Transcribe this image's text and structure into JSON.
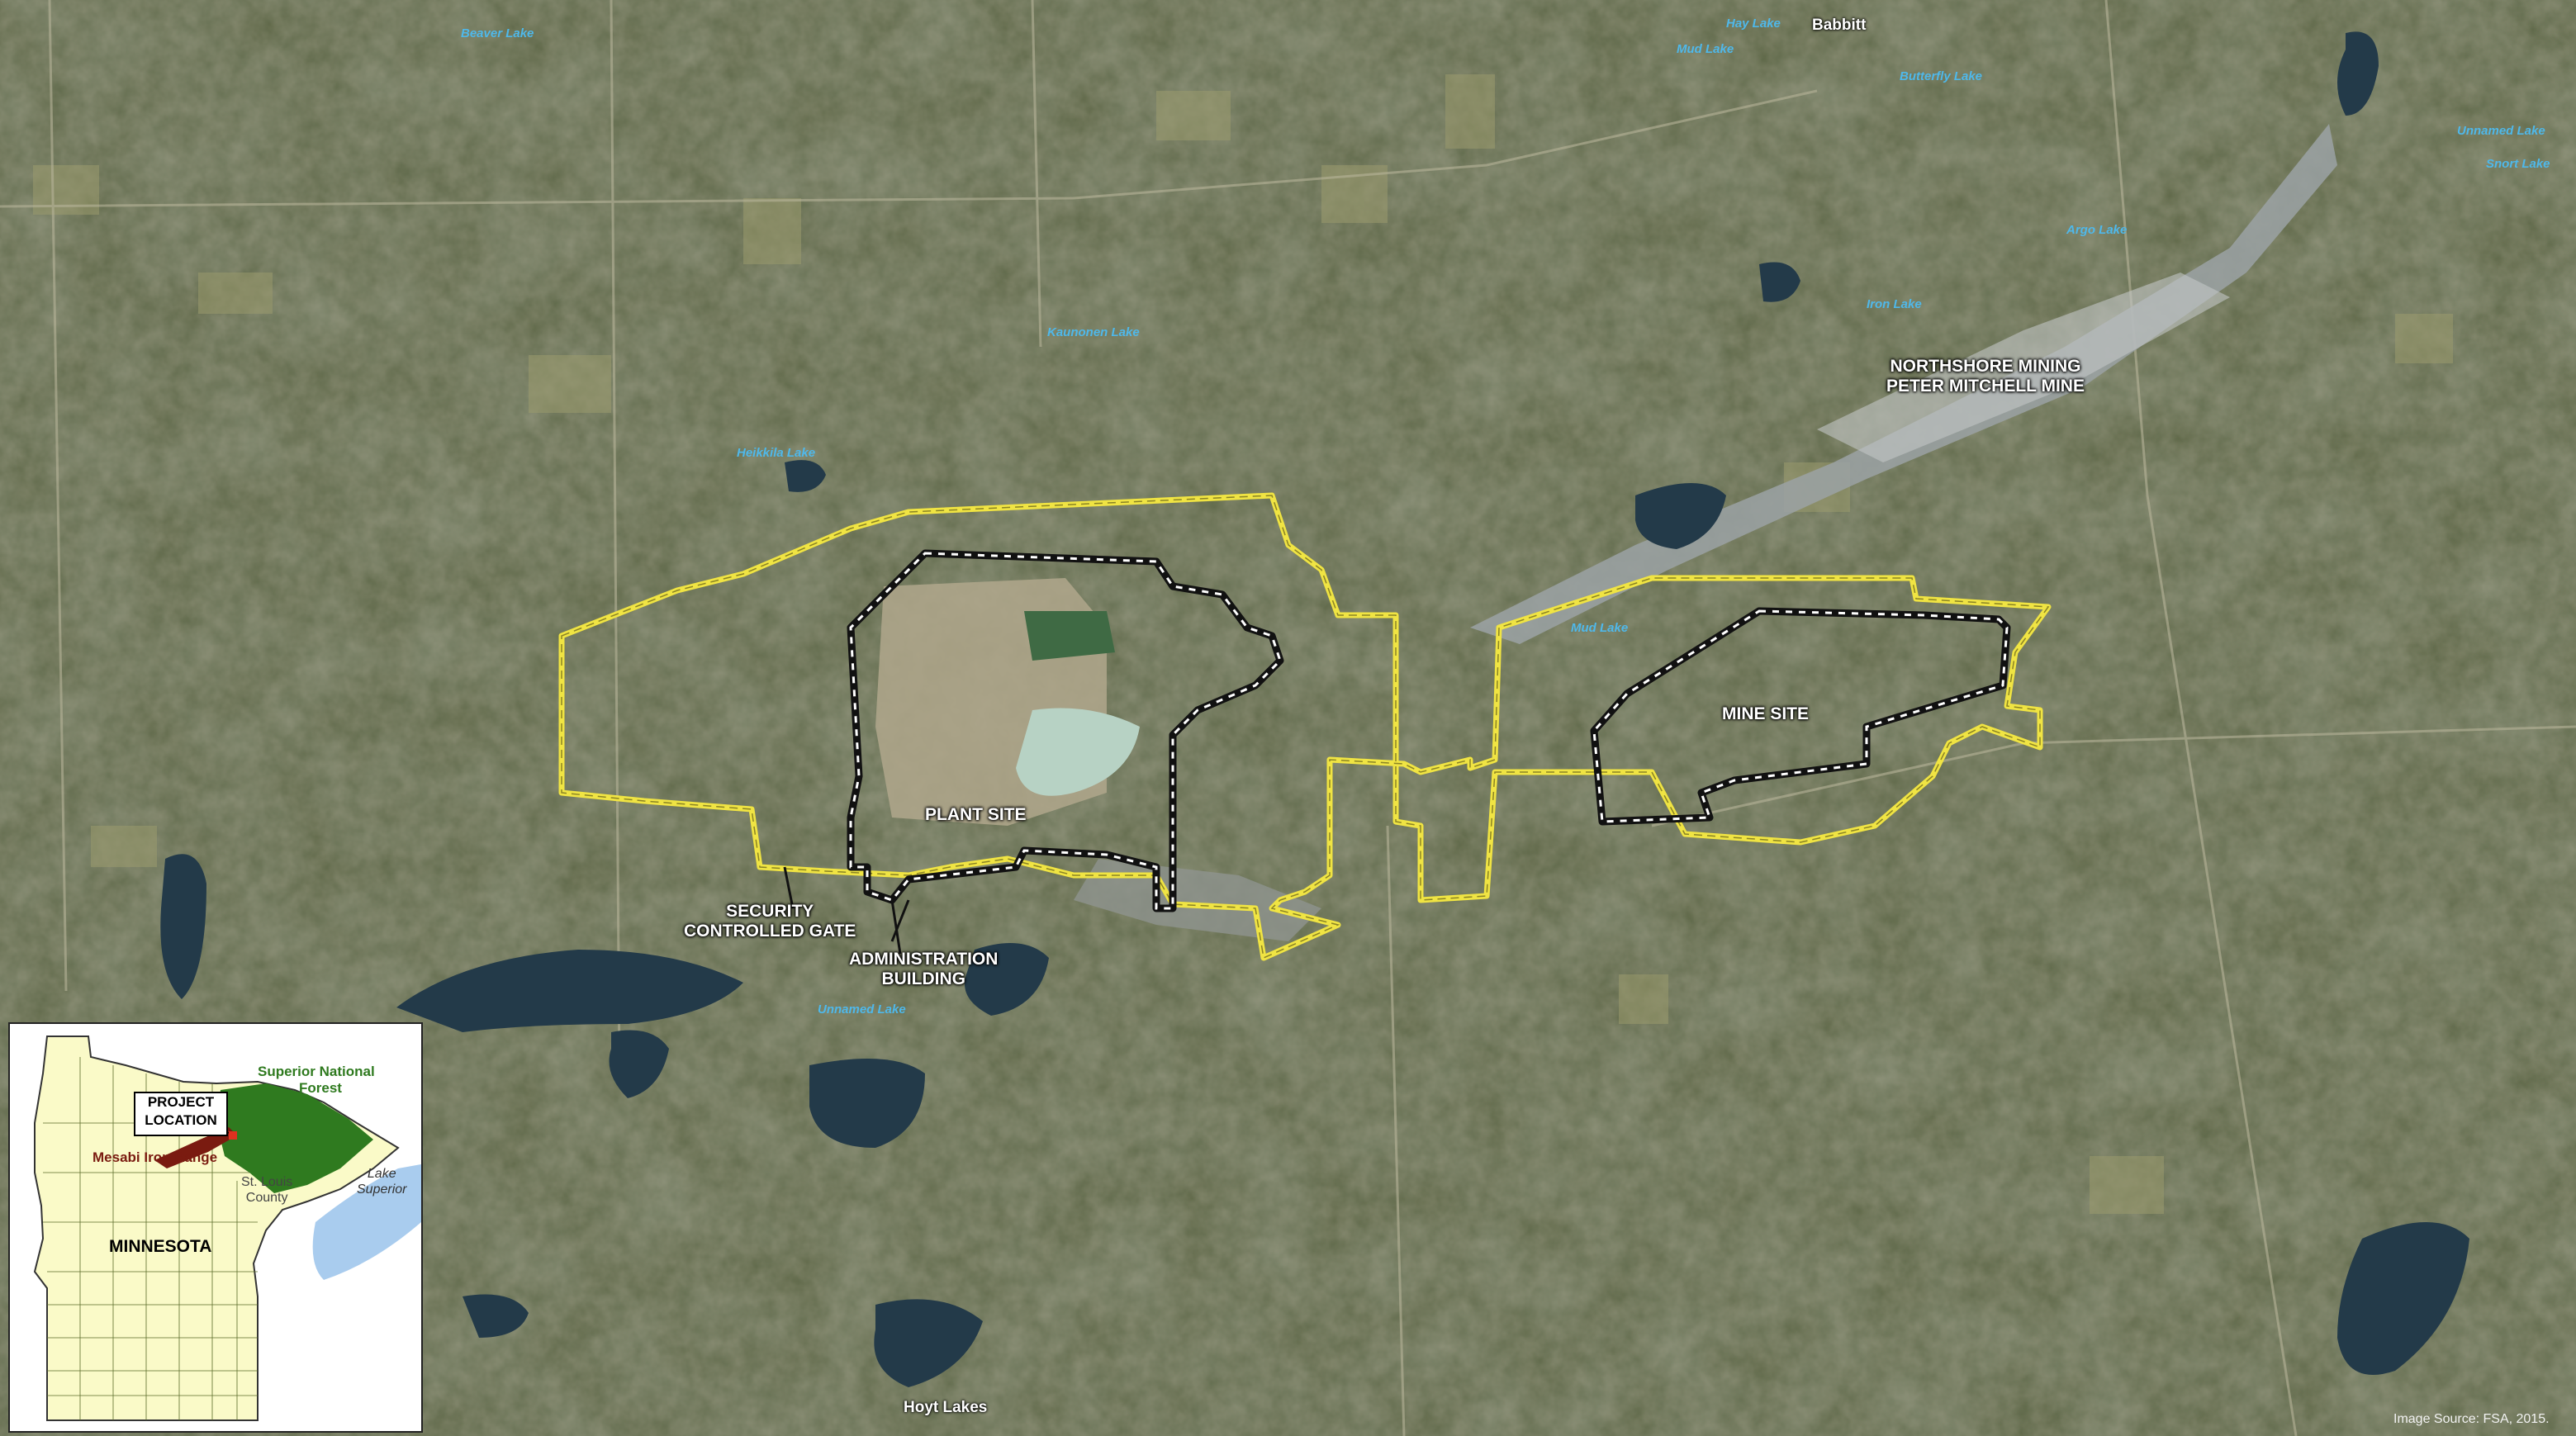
{
  "map": {
    "place_labels": {
      "babbitt": "Babbitt",
      "hoyt_lakes": "Hoyt Lakes"
    },
    "lake_labels": {
      "beaver_lake": "Beaver Lake",
      "hay_lake": "Hay Lake",
      "mud_lake_north": "Mud Lake",
      "butterfly_lake": "Butterfly Lake",
      "unnamed_lake_ne": "Unnamed Lake",
      "snort_lake": "Snort Lake",
      "argo_lake": "Argo Lake",
      "iron_lake": "Iron Lake",
      "kaunonen_lake": "Kaunonen Lake",
      "heikkila_lake": "Heikkila Lake",
      "mud_lake_mine": "Mud Lake",
      "unnamed_lake_south": "Unnamed Lake"
    },
    "site_labels": {
      "mine_name_line1": "NORTHSHORE MINING",
      "mine_name_line2": "PETER MITCHELL MINE",
      "plant_site": "PLANT SITE",
      "mine_site": "MINE SITE",
      "gate_line1": "SECURITY",
      "gate_line2": "CONTROLLED GATE",
      "admin_line1": "ADMINISTRATION",
      "admin_line2": "BUILDING"
    },
    "image_source": "Image Source: FSA, 2015.",
    "colors": {
      "project_boundary": "#f0e443",
      "site_boundary": "#111111",
      "lake_label": "#4fb8ea"
    }
  },
  "inset": {
    "project_location_line1": "PROJECT",
    "project_location_line2": "LOCATION",
    "superior_nf_line1": "Superior National",
    "superior_nf_line2": "Forest",
    "mesabi": "Mesabi Iron Range",
    "st_louis_line1": "St. Louis",
    "st_louis_line2": "County",
    "lake_superior_line1": "Lake",
    "lake_superior_line2": "Superior",
    "state": "MINNESOTA",
    "colors": {
      "state_fill": "#fafac8",
      "forest": "#2f7a1f",
      "iron_range": "#7a1b10",
      "lake": "#a9ccee"
    }
  }
}
